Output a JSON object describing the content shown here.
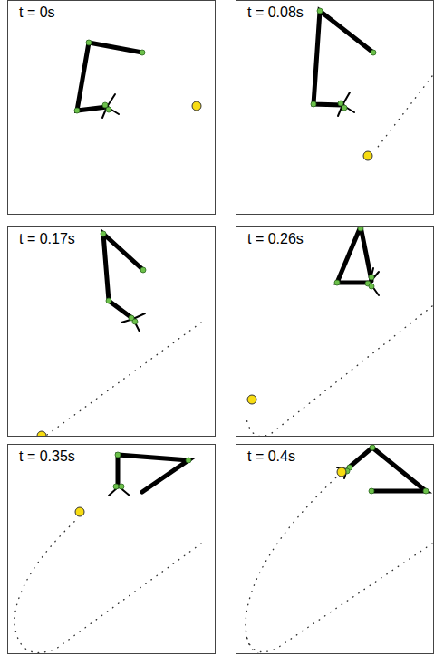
{
  "diagram": {
    "nodes": [
      {
        "text": [
          "t = 0s"
        ]
      },
      {
        "text": [
          "t = 0.08s"
        ]
      },
      {
        "text": [
          "t = 0.17s"
        ]
      },
      {
        "text": [
          "t = 0.26s"
        ]
      },
      {
        "text": [
          "t = 0.35s"
        ]
      },
      {
        "text": [
          "t = 0.4s"
        ]
      }
    ]
  }
}
